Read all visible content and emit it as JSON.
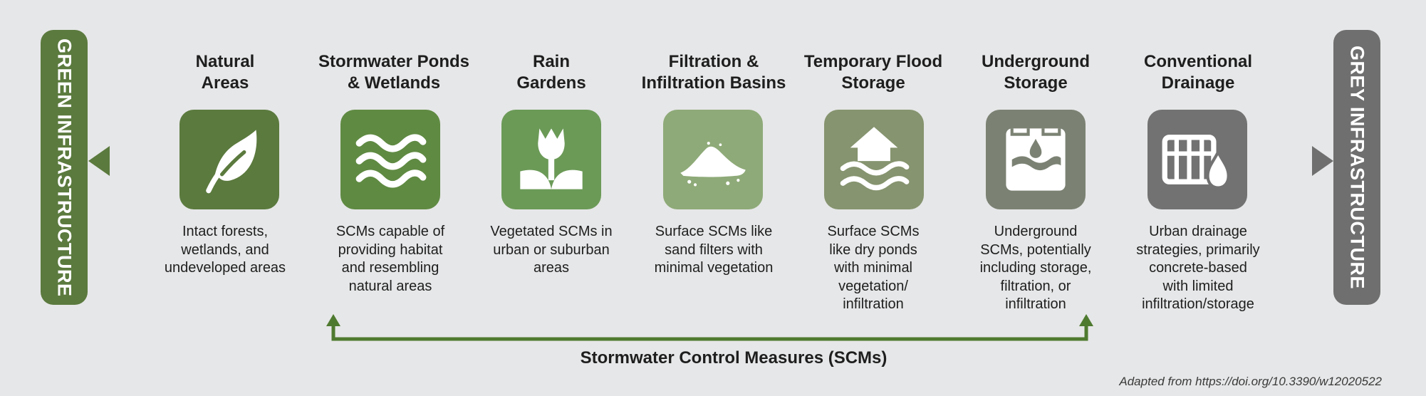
{
  "colors": {
    "background": "#e6e7e8",
    "green_dark": "#5b7a3e",
    "grey_dark": "#6f6f6f",
    "scm_bracket": "#4e7a2f"
  },
  "left_bar": {
    "label": "GREEN INFRASTRUCTURE"
  },
  "right_bar": {
    "label": "GREY INFRASTRUCTURE"
  },
  "categories": [
    {
      "title": "Natural\nAreas",
      "icon": "leaf-icon",
      "color": "#5b7a3e",
      "description": "Intact forests,\nwetlands, and\nundeveloped areas"
    },
    {
      "title": "Stormwater Ponds\n& Wetlands",
      "icon": "waves-icon",
      "color": "#5f8a42",
      "description": "SCMs capable of\nproviding habitat\nand resembling\nnatural areas"
    },
    {
      "title": "Rain\nGardens",
      "icon": "tulip-icon",
      "color": "#6b9a57",
      "description": "Vegetated SCMs in\nurban or suburban\nareas"
    },
    {
      "title": "Filtration &\nInfiltration Basins",
      "icon": "sand-pile-icon",
      "color": "#8eaa78",
      "description": "Surface SCMs like\nsand filters with\nminimal vegetation"
    },
    {
      "title": "Temporary Flood\nStorage",
      "icon": "flooded-house-icon",
      "color": "#86946f",
      "description": "Surface SCMs\nlike dry ponds\nwith minimal\nvegetation/\ninfiltration"
    },
    {
      "title": "Underground\nStorage",
      "icon": "underground-tank-icon",
      "color": "#7b8273",
      "description": "Underground\nSCMs, potentially\nincluding storage,\nfiltration, or\ninfiltration"
    },
    {
      "title": "Conventional\nDrainage",
      "icon": "drain-grate-icon",
      "color": "#727272",
      "description": "Urban drainage\nstrategies, primarily\nconcrete-based\nwith limited\ninfiltration/storage"
    }
  ],
  "scm_label": "Stormwater Control Measures (SCMs)",
  "credit": "Adapted from https://doi.org/10.3390/w12020522"
}
